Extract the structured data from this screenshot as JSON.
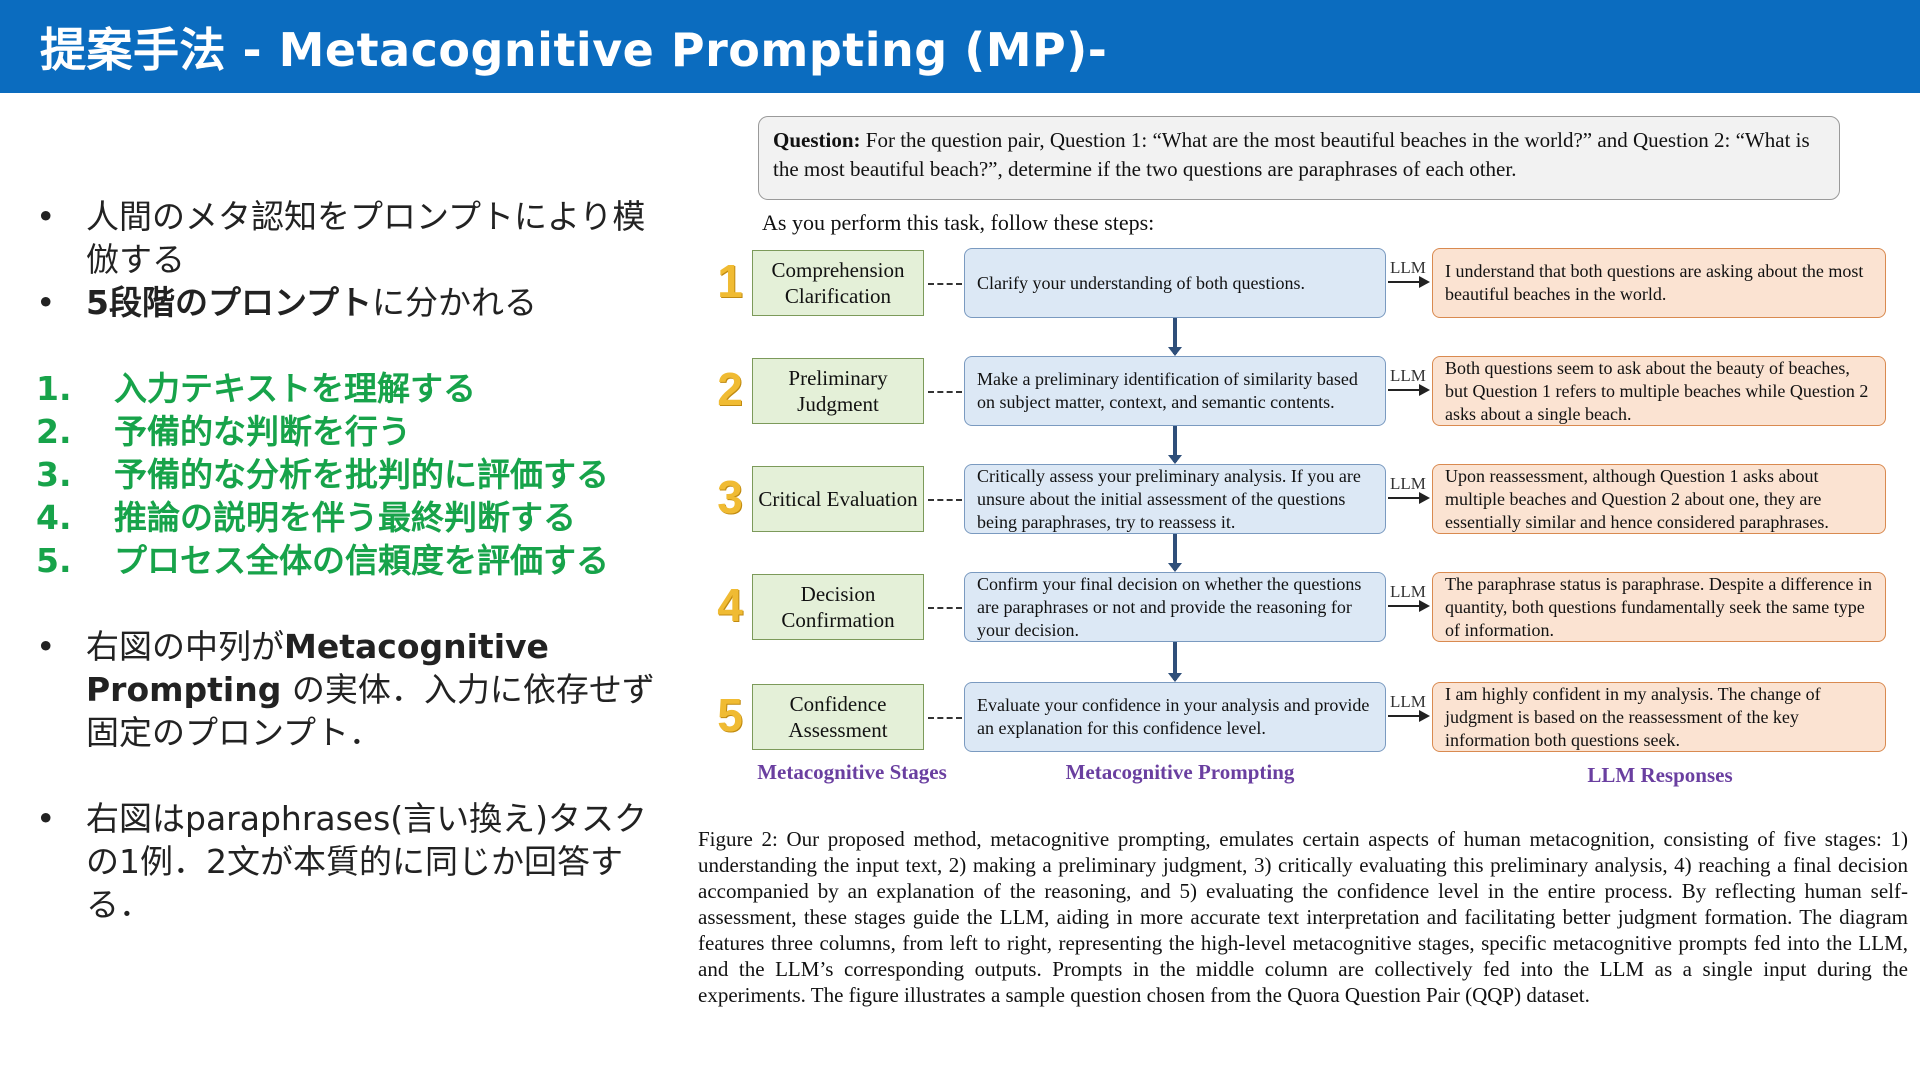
{
  "slide": {
    "title": "提案手法 - Metacognitive Prompting (MP)-"
  },
  "left": {
    "bullet1": "人間のメタ認知をプロンプトにより模倣する",
    "bullet2_bold": "5段階のプロンプト",
    "bullet2_rest": "に分かれる",
    "steps": [
      {
        "num": "1.",
        "text": "入力テキストを理解する"
      },
      {
        "num": "2.",
        "text": "予備的な判断を行う"
      },
      {
        "num": "3.",
        "text": "予備的な分析を批判的に評価する"
      },
      {
        "num": "4.",
        "text": "推論の説明を伴う最終判断する"
      },
      {
        "num": "5.",
        "text": "プロセス全体の信頼度を評価する"
      }
    ],
    "bullet3_pre": "右図の中列が",
    "bullet3_bold": "Metacognitive Prompting",
    "bullet3_rest": " の実体．入力に依存せず固定のプロンプト．",
    "bullet4": "右図はparaphrases(言い換え)タスクの1例．2文が本質的に同じか回答する．",
    "bullet_glyph": "•"
  },
  "figure": {
    "question_label": "Question:",
    "question_text": " For the question pair, Question 1: “What are the most beautiful beaches in the world?” and Question 2: “What is the most beautiful beach?”, determine if the two questions are paraphrases of each other.",
    "follow_text": "As you perform this task, follow these steps:",
    "llm_label": "LLM",
    "stages": [
      {
        "num": "1",
        "stage": "Comprehension Clarification",
        "prompt": "Clarify your understanding of both questions.",
        "response": "I understand that both questions are asking about the most beautiful beaches in the world."
      },
      {
        "num": "2",
        "stage": "Preliminary Judgment",
        "prompt": "Make a preliminary identification of similarity based on subject matter, context, and semantic contents.",
        "response": "Both questions seem to ask about the beauty of beaches, but Question 1 refers to multiple beaches while Question 2 asks about a single beach."
      },
      {
        "num": "3",
        "stage": "Critical Evaluation",
        "prompt": "Critically assess your preliminary analysis. If you are unsure about the initial assessment of the questions being paraphrases, try to reassess it.",
        "response": "Upon reassessment, although Question 1 asks about multiple beaches and Question 2 about one, they are essentially similar and hence considered paraphrases."
      },
      {
        "num": "4",
        "stage": "Decision Confirmation",
        "prompt": "Confirm your final decision on whether the questions are paraphrases or not and provide the reasoning for your decision.",
        "response": "The paraphrase status is paraphrase. Despite a difference in quantity, both questions fundamentally seek the same type of information."
      },
      {
        "num": "5",
        "stage": "Confidence Assessment",
        "prompt": "Evaluate your confidence in your analysis and provide an explanation for this confidence level.",
        "response": "I am highly confident in my analysis. The change of judgment is based on the reassessment of the key information both questions seek."
      }
    ],
    "col_stages": "Metacognitive Stages",
    "col_prompting": "Metacognitive Prompting",
    "col_responses": "LLM Responses",
    "caption": "Figure 2: Our proposed method, metacognitive prompting, emulates certain aspects of human metacognition, consisting of five stages: 1) understanding the input text, 2) making a preliminary judgment, 3) critically evaluating this preliminary analysis, 4) reaching a final decision accompanied by an explanation of the reasoning, and 5) evaluating the confidence level in the entire process. By reflecting human self-assessment, these stages guide the LLM, aiding in more accurate text interpretation and facilitating better judgment formation. The diagram features three columns, from left to right, representing the high-level metacognitive stages, specific metacognitive prompts fed into the LLM, and the LLM’s corresponding outputs. Prompts in the middle column are collectively fed into the LLM as a single input during the experiments. The figure illustrates a sample question chosen from the Quora Question Pair (QQP) dataset."
  },
  "colors": {
    "title_bar": "#0b6cbf",
    "step_green": "#17a34a",
    "stage_num": "#f0bb33",
    "column_label": "#6a3fa0"
  }
}
